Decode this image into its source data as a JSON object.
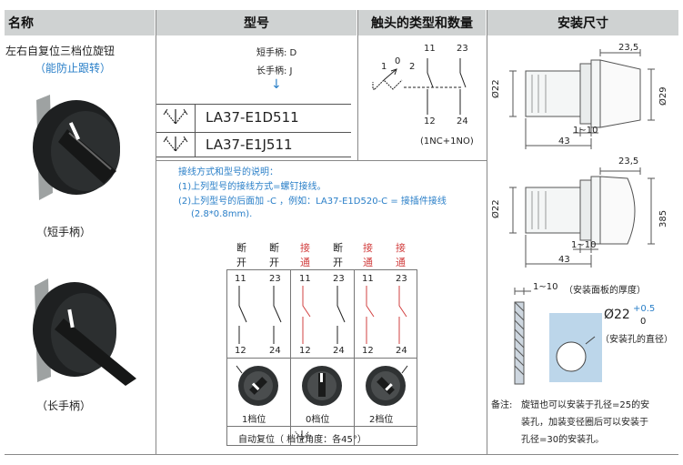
{
  "headers": {
    "name": "名称",
    "model": "型号",
    "contacts": "触头的类型和数量",
    "mounting": "安装尺寸"
  },
  "product": {
    "title": "左右自复位三档位旋钮",
    "subtitle": "（能防止跟转）",
    "short_caption": "（短手柄）",
    "long_caption": "（长手柄）"
  },
  "model": {
    "short_handle": "短手柄: D",
    "long_handle": "长手柄: J",
    "arrow": "↓",
    "codes": [
      "LA37-E1D511",
      "LA37-E1J511"
    ],
    "notes_title": "接线方式和型号的说明：",
    "note1": "(1)上列型号的接线方式=螺钉接线。",
    "note2": "(2)上列型号的后面加 -C ，例如：LA37-E1D520-C    = 接插件接线",
    "note3": "(2.8*0.8mm)."
  },
  "contact_table": {
    "header": [
      {
        "top": "断",
        "bottom": "开",
        "color": "#222222"
      },
      {
        "top": "断",
        "bottom": "开",
        "color": "#222222"
      },
      {
        "top": "接",
        "bottom": "通",
        "color": "#d24040"
      },
      {
        "top": "断",
        "bottom": "开",
        "color": "#222222"
      },
      {
        "top": "接",
        "bottom": "通",
        "color": "#d24040"
      },
      {
        "top": "接",
        "bottom": "通",
        "color": "#d24040"
      }
    ],
    "top_terms": [
      "11",
      "23",
      "11",
      "23",
      "11",
      "23"
    ],
    "bottom_terms": [
      "12",
      "24",
      "12",
      "24",
      "12",
      "24"
    ],
    "positions": [
      "1档位",
      "0档位",
      "2档位"
    ],
    "footer": "自动复位（     档位角度：各45°）"
  },
  "contact_symbol": {
    "n11": "11",
    "n23": "23",
    "n12": "12",
    "n24": "24",
    "p1": "1",
    "p0": "0",
    "p2": "2",
    "type": "(1NC+1NO)"
  },
  "mounting": {
    "d1_top": "23,5",
    "d1_dia": "Ø22",
    "d1_right": "Ø29",
    "d1_range": "1~10",
    "d1_len": "43",
    "d2_top": "23,5",
    "d2_dia": "Ø22",
    "d2_right": "385",
    "d2_range": "1~10",
    "d2_len": "43",
    "panel_range": "1~10",
    "panel_note": "（安装面板的厚度）",
    "hole_dia": "Ø22",
    "tol_plus": "+0.5",
    "tol_zero": "0",
    "hole_note": "（安装孔的直径）",
    "remark_label": "备注:",
    "remark1": "旋钮也可以安装于孔径=25的安",
    "remark2": "装孔，加装变径圈后可以安装于",
    "remark3": "孔径=30的安装孔。"
  }
}
